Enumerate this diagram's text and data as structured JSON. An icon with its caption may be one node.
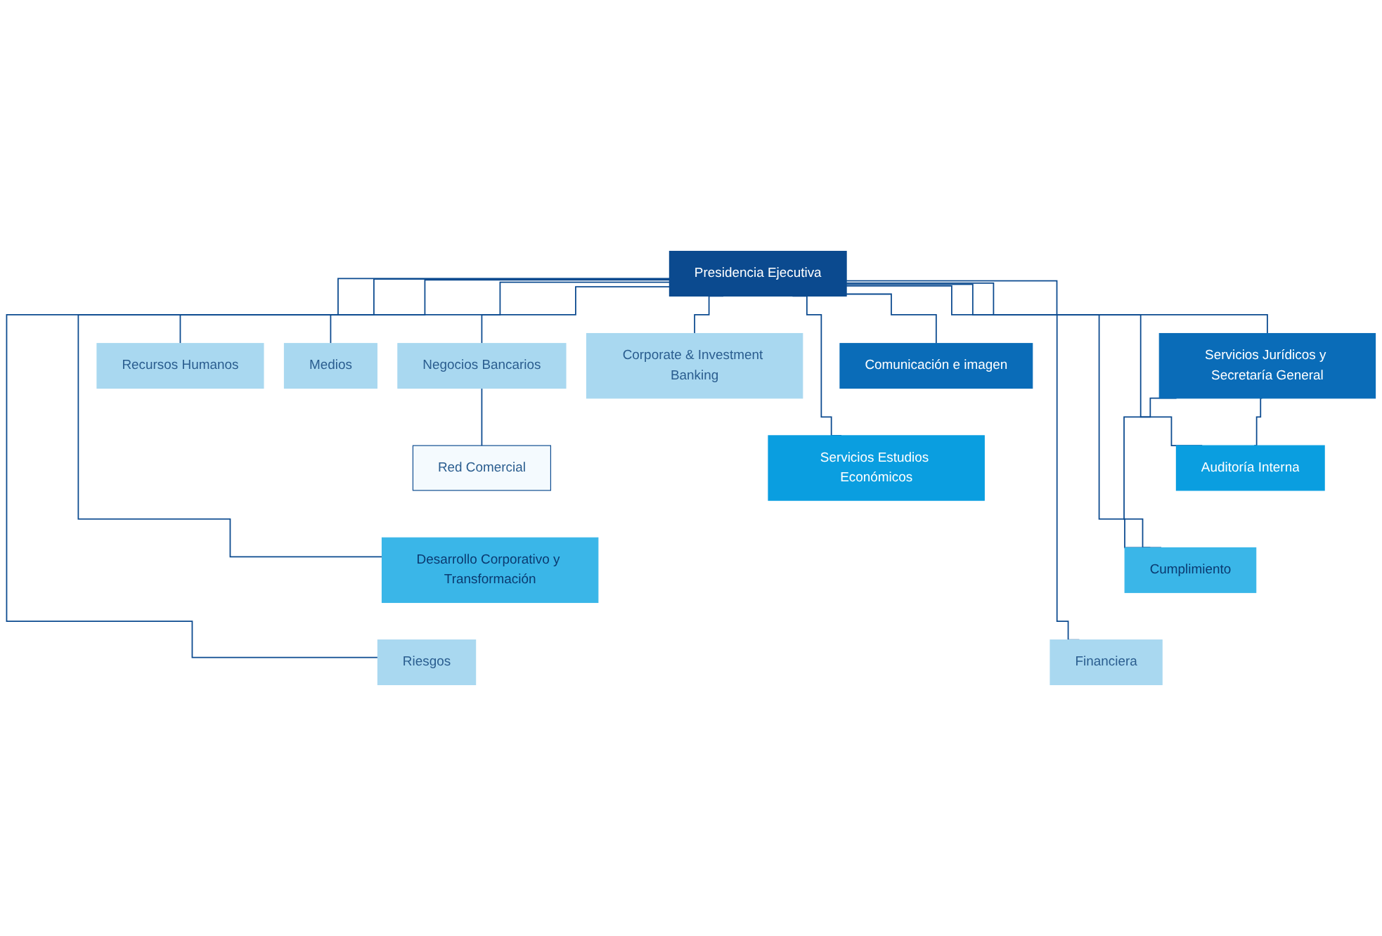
{
  "diagram": {
    "nodes": [
      {
        "text": [
          "Presidencia Ejecutiva"
        ]
      },
      {
        "text": [
          "Comunicación e imagen"
        ]
      },
      {
        "text": [
          "Servicios Jurídicos y Secretaría General"
        ]
      },
      {
        "text": [
          "Servicios Estudios Económicos"
        ]
      },
      {
        "text": [
          "Auditoría Interna"
        ]
      },
      {
        "text": [
          "Desarrollo Corporativo y Transformación"
        ]
      },
      {
        "text": [
          "Cumplimiento"
        ]
      },
      {
        "text": [
          "Recursos Humanos"
        ]
      },
      {
        "text": [
          "Riesgos"
        ]
      },
      {
        "text": [
          "Medios"
        ]
      },
      {
        "text": [
          "Negocios Bancarios"
        ]
      },
      {
        "text": [
          "Financiera"
        ]
      },
      {
        "text": [
          "Corporate & Investment Banking"
        ]
      },
      {
        "text": [
          "Red Comercial"
        ]
      }
    ],
    "edges": [
      {
        "from": 0,
        "to": 1,
        "arrow": "none"
      },
      {
        "from": 0,
        "to": 2,
        "arrow": "none"
      },
      {
        "from": 0,
        "to": 3,
        "arrow": "none"
      },
      {
        "from": 0,
        "to": 4,
        "arrow": "none"
      },
      {
        "from": 0,
        "to": 5,
        "arrow": "none"
      },
      {
        "from": 0,
        "to": 6,
        "arrow": "none"
      },
      {
        "from": 2,
        "to": 4,
        "arrow": "none"
      },
      {
        "from": 2,
        "to": 6,
        "arrow": "none"
      },
      {
        "from": 0,
        "to": 7,
        "arrow": "none"
      },
      {
        "from": 0,
        "to": 8,
        "arrow": "none"
      },
      {
        "from": 0,
        "to": 9,
        "arrow": "none"
      },
      {
        "from": 0,
        "to": 10,
        "arrow": "none"
      },
      {
        "from": 0,
        "to": 11,
        "arrow": "none"
      },
      {
        "from": 0,
        "to": 12,
        "arrow": "none"
      },
      {
        "from": 10,
        "to": 13,
        "arrow": "none"
      }
    ]
  }
}
